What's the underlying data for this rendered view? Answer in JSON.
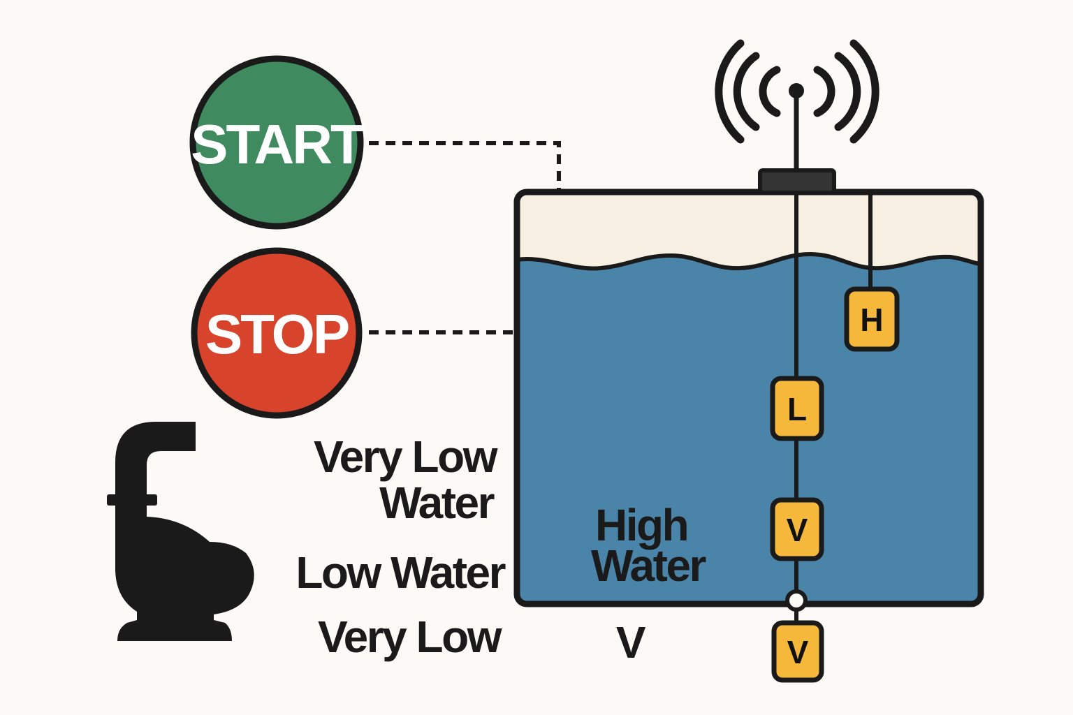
{
  "buttons": {
    "start": {
      "label": "START",
      "color": "#3f8a5f"
    },
    "stop": {
      "label": "STOP",
      "color": "#d8432b"
    }
  },
  "labels": {
    "very_low_water_line1": "Very Low",
    "very_low_water_line2": "Water",
    "low_water": "Low Water",
    "very_low": "Very Low",
    "high_water_line1": "High",
    "high_water_line2": "Water",
    "v_below_tank": "V"
  },
  "floats": {
    "high": "H",
    "low": "L",
    "very_low_inside": "V",
    "very_low_below": "V"
  },
  "colors": {
    "water": "#4a84a8",
    "tank_headspace": "#f7efe1",
    "float_fill": "#f6b83b",
    "outline": "#1a1a1a",
    "background": "#fbfaf6"
  },
  "icons": [
    "antenna-signal-icon",
    "pump-icon"
  ]
}
